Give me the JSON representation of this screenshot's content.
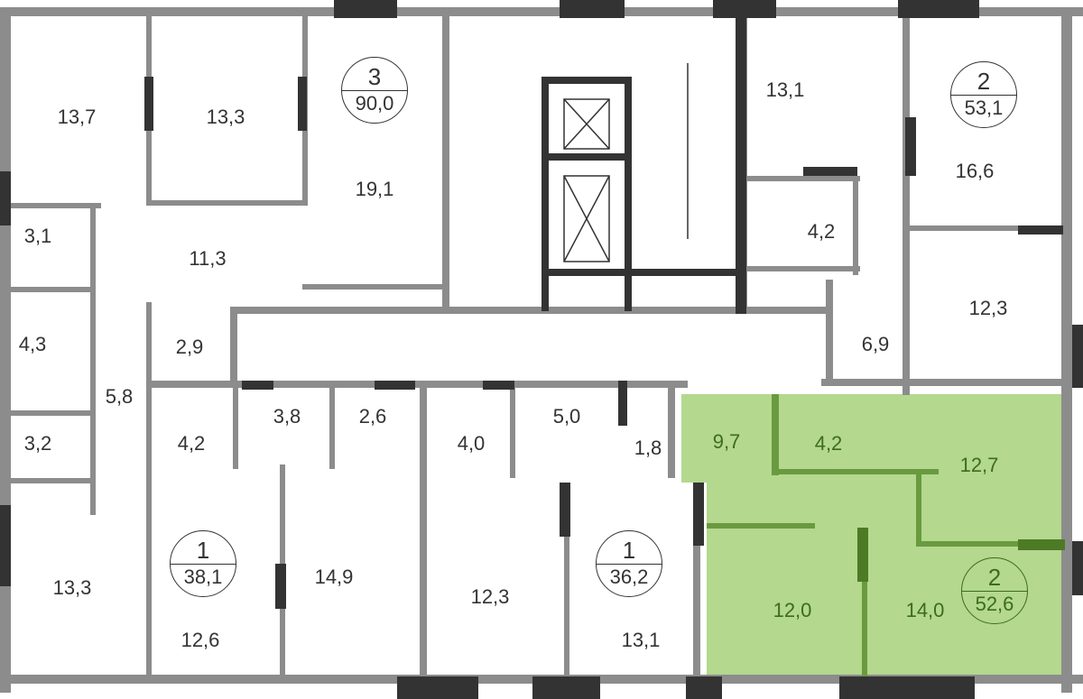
{
  "colors": {
    "highlight": "#b3d88e",
    "highlight_text": "#3d6b1f",
    "wall": "#8c8c8c",
    "wall_dark": "#333333"
  },
  "apartments": [
    {
      "rooms": "3",
      "area": "90,0"
    },
    {
      "rooms": "2",
      "area": "53,1"
    },
    {
      "rooms": "1",
      "area": "38,1"
    },
    {
      "rooms": "1",
      "area": "36,2"
    },
    {
      "rooms": "2",
      "area": "52,6",
      "highlighted": true
    }
  ],
  "rooms": [
    "13,7",
    "13,3",
    "19,1",
    "11,3",
    "3,1",
    "4,3",
    "2,9",
    "5,8",
    "3,2",
    "4,2",
    "3,8",
    "2,6",
    "4,0",
    "5,0",
    "1,8",
    "13,3",
    "12,6",
    "14,9",
    "12,3",
    "13,1",
    "13,1",
    "16,6",
    "4,2",
    "12,3",
    "6,9"
  ],
  "highlighted_rooms": [
    "9,7",
    "4,2",
    "12,7",
    "12,0",
    "14,0"
  ]
}
